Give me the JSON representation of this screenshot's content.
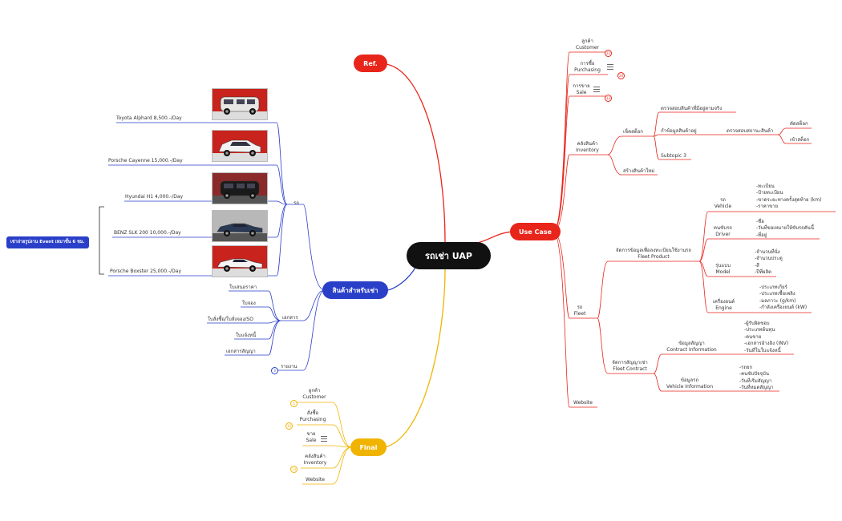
{
  "root": {
    "label": "รถเช่า UAP"
  },
  "ref": {
    "label": "Ref."
  },
  "use_case": {
    "label": "Use Case",
    "customer": "ลูกค้า\nCustomer",
    "customer_badge": "22",
    "purchasing": "การซื้อ\nPurchasing",
    "purchasing_badge": "20",
    "sale": "การขาย\nSale",
    "sale_badge": "12",
    "inventory": "คลังสินค้า\nInventory",
    "stock_check": "เช็คสต็อก",
    "check_real": "ตรวจสอบสินค้าที่มีอยู่ตามจริง",
    "product_info": "กำข้อมูลสินค้าอยู่",
    "check_status": "ตรวจสอบสถานะสินค้า",
    "cut_stock": "ตัดสต็อก",
    "add_stock": "เข้าสต็อก",
    "subtopic": "Subtopic 3",
    "new_product": "สร้างสินค้าใหม่",
    "fleet": "รถ\nFleet",
    "fleet_product": "จัดการข้อมูลเพื่อลงทะเบียนใช้งานรถ\nFleet Product",
    "vehicle": "รถ\nVehicle",
    "vehicle_items": "-ทะเบียน\n-ป้ายทะเบียน\n-ขาดระยะทางครั้งสุดท้าย (km)\n-ราคาขาย",
    "driver": "คนขับรถ\nDriver",
    "driver_items": "-ชื่อ\n-วันที่ขอเหมายให้ขับรถคันนี้\n-ที่อยู่",
    "model": "รุ่นแบบ\nModel",
    "model_items": "-จำนวนที่นั่ง\n-จำนวนประตู\n-สี\n-ปีที่ผลิต",
    "engine": "เครื่องยนต์\nEngine",
    "engine_items": "-ประเภทเกียร์\n-ประเภทเชื้อเพลิง\n-มลภาวะ (g/km)\n-กำลังเครื่องยนต์ (kW)",
    "fleet_contract": "จัดการสัญญาเช่า\nFleet Contract",
    "contract_info": "ข้อมูลสัญญา\nContract Information",
    "contract_items": "-ผู้รับผิดชอบ\n-ประเภทต้นทุน\n-คนขาย\n-เอกสารอ้างอิง (INV)\n-วันที่ในใบแจ้งหนี้",
    "vehicle_info": "ข้อมูลรถ\nVehicle Information",
    "vehicle_info_items": "-รถยก\n-คนขับปัจจุบัน\n-วันที่เริ่มสัญญา\n-วันที่หมดสัญญา",
    "website": "Website"
  },
  "rental_products": {
    "label": "สินค้าสำหรับเช่า",
    "cars_label": "รถ",
    "cars": [
      {
        "name": "Toyota Alphard 8,500.-/Day",
        "color": "#e8e6e2"
      },
      {
        "name": "Porsche Cayenne 15,000.-/Day",
        "color": "#f2f2f2"
      },
      {
        "name": "Hyundai H1 4,000.-/Day",
        "color": "#1a1a1a"
      },
      {
        "name": "BENZ SLK 200 10,000.-/Day",
        "color": "#2a3a55"
      },
      {
        "name": "Porsche Boxster 25,000.-/Day",
        "color": "#f4f4f4"
      }
    ],
    "promo": "เช่าถ่ายรูปงาน Event เหมาขั้น 6 ชม.",
    "docs_label": "เอกสาร",
    "docs": [
      "ใบเสนอราคา",
      "ใบจอง",
      "ใบสั่งซื้อ/ใบสั่งจอง/SO",
      "ใบแจ้งหนี้",
      "เอกสารสัญญา"
    ],
    "report": "รายงาน",
    "report_badge": "3"
  },
  "final": {
    "label": "Final",
    "items": [
      {
        "label": "ลูกค้า\nCustomer",
        "badge": "4"
      },
      {
        "label": "สั่งซื้อ\nPurchasing",
        "badge": "16"
      },
      {
        "label": "ขาย\nSale",
        "badge": ""
      },
      {
        "label": "คลังสินค้า\nInventory",
        "badge": "13"
      },
      {
        "label": "Website",
        "badge": ""
      }
    ]
  },
  "colors": {
    "red": "#e8251b",
    "blue": "#2a3fc8",
    "yellow": "#f0b400",
    "orange": "#f5a000",
    "root": "#111111"
  }
}
